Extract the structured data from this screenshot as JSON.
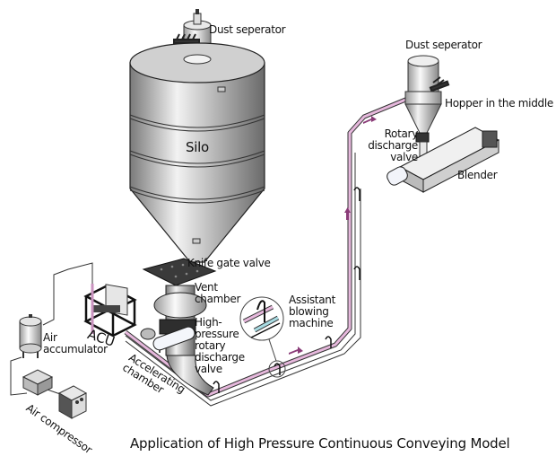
{
  "diagram": {
    "caption": "Application of High Pressure Continuous Conveying Model",
    "labels": {
      "dust_separator_silo": "Dust seperator",
      "silo": "Silo",
      "knife_gate_valve": "Knife gate valve",
      "vent_chamber": "Vent\nchamber",
      "high_pressure_valve": "High-\npressure\nrotary\ndischarge\nvalve",
      "assistant_blowing": "Assistant\nblowing\nmachine",
      "accelerating_chamber": "Accelerating\nchamber",
      "acu": "ACU",
      "air_accumulator": "Air\naccumulator",
      "air_compressor": "Air compressor",
      "dust_separator_hopper": "Dust seperator",
      "hopper_middle": "Hopper in the middle",
      "rotary_discharge_valve": "Rotary\ndischarge\nvalve",
      "blender": "Blender"
    },
    "colors": {
      "conveying_pipe": "#d9a6cf",
      "assist_pipe": "#9fd4dc",
      "flow_arrow": "#8a3c78",
      "equipment_steel": "#b8b8b8",
      "outline": "#222222"
    }
  }
}
